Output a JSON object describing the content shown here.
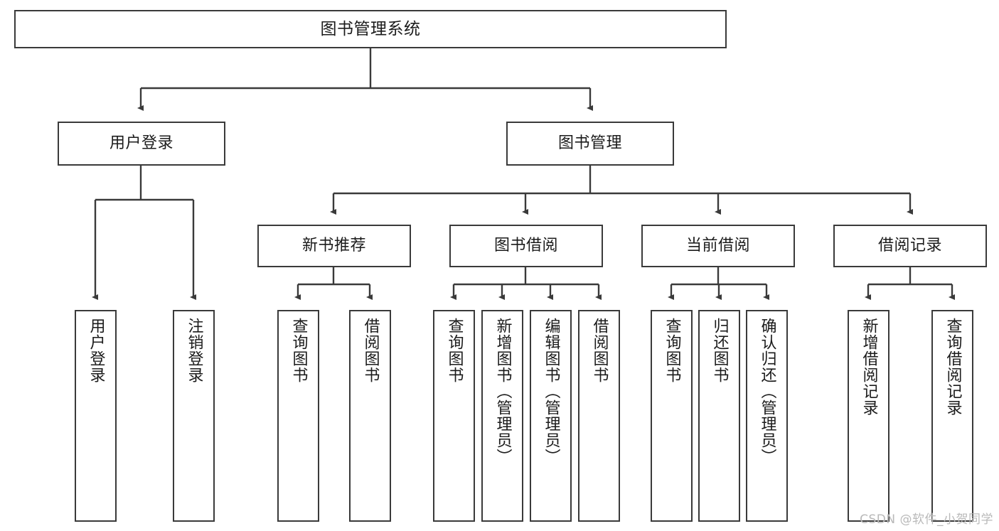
{
  "diagram": {
    "title": "图书管理系统",
    "root": {
      "id": "root",
      "label": "图书管理系统"
    },
    "level1": [
      {
        "id": "user-login",
        "label": "用户登录"
      },
      {
        "id": "book-manage",
        "label": "图书管理"
      }
    ],
    "level2": [
      {
        "id": "new-book-recommend",
        "label": "新书推荐"
      },
      {
        "id": "book-borrow",
        "label": "图书借阅"
      },
      {
        "id": "current-borrow",
        "label": "当前借阅"
      },
      {
        "id": "borrow-record",
        "label": "借阅记录"
      }
    ],
    "leaves": {
      "user_login": [
        {
          "id": "leaf-user-login",
          "label": "用户登录"
        },
        {
          "id": "leaf-logout",
          "label": "注销登录"
        }
      ],
      "new_book_recommend": [
        {
          "id": "leaf-query-book-1",
          "label": "查询图书"
        },
        {
          "id": "leaf-borrow-book-1",
          "label": "借阅图书"
        }
      ],
      "book_borrow": [
        {
          "id": "leaf-query-book-2",
          "label": "查询图书"
        },
        {
          "id": "leaf-add-book",
          "label": "新增图书（管理员）"
        },
        {
          "id": "leaf-edit-book",
          "label": "编辑图书（管理员）"
        },
        {
          "id": "leaf-borrow-book-2",
          "label": "借阅图书"
        }
      ],
      "current_borrow": [
        {
          "id": "leaf-query-book-3",
          "label": "查询图书"
        },
        {
          "id": "leaf-return-book",
          "label": "归还图书"
        },
        {
          "id": "leaf-confirm-return",
          "label": "确认归还（管理员）"
        }
      ],
      "borrow_record": [
        {
          "id": "leaf-add-record",
          "label": "新增借阅记录"
        },
        {
          "id": "leaf-query-record",
          "label": "查询借阅记录"
        }
      ]
    },
    "colors": {
      "border": "#3a3a3a",
      "background": "#ffffff",
      "text": "#1b1b1b",
      "edge": "#3a3a3a",
      "watermark": "#b9b9b9"
    }
  },
  "watermark": {
    "text": "CSDN @软件_小贺同学"
  }
}
